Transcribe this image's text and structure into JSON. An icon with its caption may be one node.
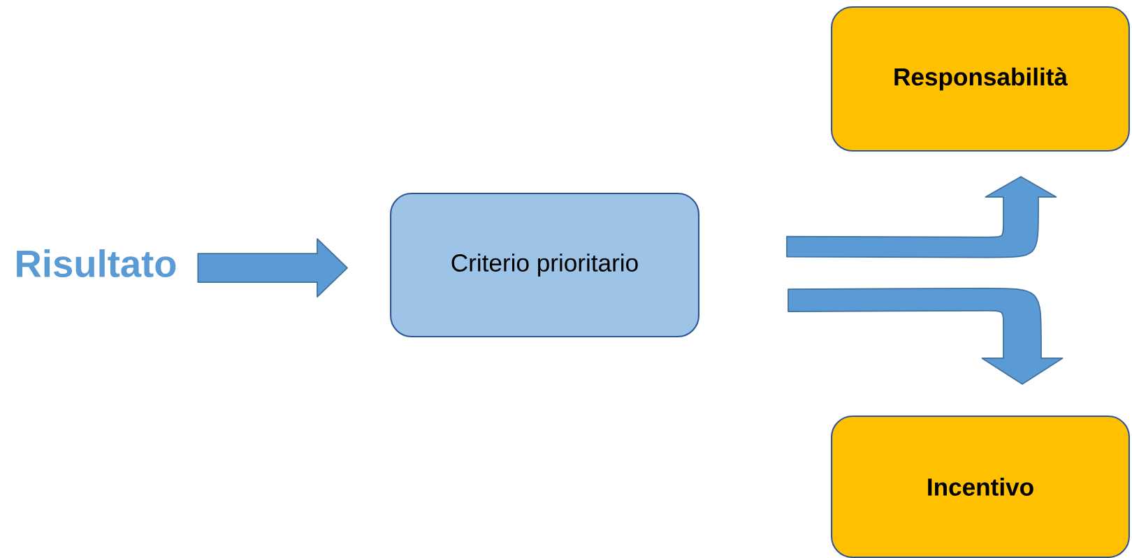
{
  "diagram": {
    "nodes": [
      {
        "text": [
          "Risultato"
        ]
      },
      {
        "text": [
          "Criterio prioritario"
        ]
      },
      {
        "text": [
          "Responsabilità"
        ]
      },
      {
        "text": [
          "Incentivo"
        ]
      }
    ],
    "edges": [
      {
        "from": 0,
        "to": 1,
        "arrow": "to"
      },
      {
        "from": null,
        "to": 2,
        "arrow": "to"
      },
      {
        "from": null,
        "to": 3,
        "arrow": "to"
      }
    ]
  }
}
